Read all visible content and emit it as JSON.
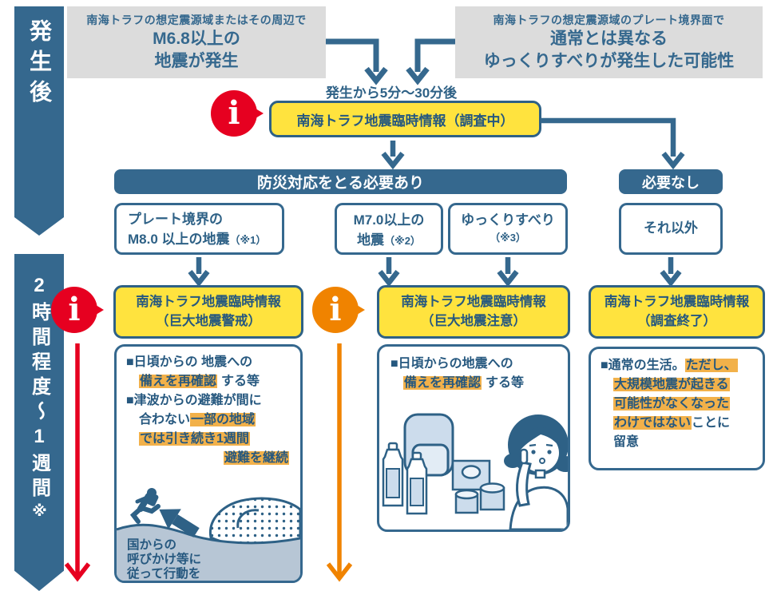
{
  "colors": {
    "blue": "#35688e",
    "dark_text": "#26587f",
    "yellow": "#ffe33e",
    "grey": "#dcdcdc",
    "red": "#e60020",
    "orange": "#f08300",
    "highlight": "#f2b14a"
  },
  "sidebar": {
    "after_label": "発生後",
    "window_label": "2時間程度～1週間",
    "window_note": "※"
  },
  "triggers": {
    "left": {
      "subtitle": "南海トラフの想定震源域またはその周辺で",
      "line1": "M6.8以上の",
      "line2": "地震が発生"
    },
    "right": {
      "subtitle": "南海トラフの想定震源域のプレート境界面で",
      "line1": "通常とは異なる",
      "line2": "ゆっくりすべりが発生した可能性"
    }
  },
  "timing_label": "発生から5分～30分後",
  "investigation_label": "南海トラフ地震臨時情報（調査中）",
  "decision": {
    "required": "防災対応をとる必要あり",
    "not_required": "必要なし"
  },
  "cases": {
    "plate": {
      "line1": "プレート境界の",
      "line2": "M8.0 以上の地震",
      "note": "（※1）"
    },
    "m7": {
      "line1": "M7.0以上の",
      "line2": "地震",
      "note": "（※2）"
    },
    "slowslip": {
      "line1": "ゆっくりすべり",
      "note": "（※3）"
    },
    "other": {
      "label": "それ以外"
    }
  },
  "bulletins": {
    "warning": {
      "line1": "南海トラフ地震臨時情報",
      "line2": "（巨大地震警戒）"
    },
    "caution": {
      "line1": "南海トラフ地震臨時情報",
      "line2": "（巨大地震注意）"
    },
    "finished": {
      "line1": "南海トラフ地震臨時情報",
      "line2": "（調査終了）"
    }
  },
  "guidance": {
    "warning": {
      "bullet1_l1": "■日頃からの 地震への",
      "bullet1_hl": "備えを再確認",
      "bullet1_post": "する等",
      "bullet2_l1": "■津波からの避難が間に",
      "bullet2_l2_pre": "合わない",
      "bullet2_l2_hl": "一部の地域",
      "bullet2_l3_hl": "では引き続き1週間",
      "bullet2_l4_hl": "避難を継続",
      "caption_l1": "国からの",
      "caption_l2": "呼びかけ等に",
      "caption_l3": "従って行動を"
    },
    "caution": {
      "bullet1_l1": "■日頃からの地震への",
      "bullet1_hl": "備えを再確認",
      "bullet1_post": "する等"
    },
    "finished": {
      "l1_pre": "■通常の生活。",
      "l1_hl": "ただし、",
      "l2_hl": "大規模地震が起きる",
      "l3_hl": "可能性がなくなった",
      "l4_hl": "わけではない",
      "l4_post": "ことに",
      "l5": "留意"
    }
  },
  "info_glyph": "i"
}
